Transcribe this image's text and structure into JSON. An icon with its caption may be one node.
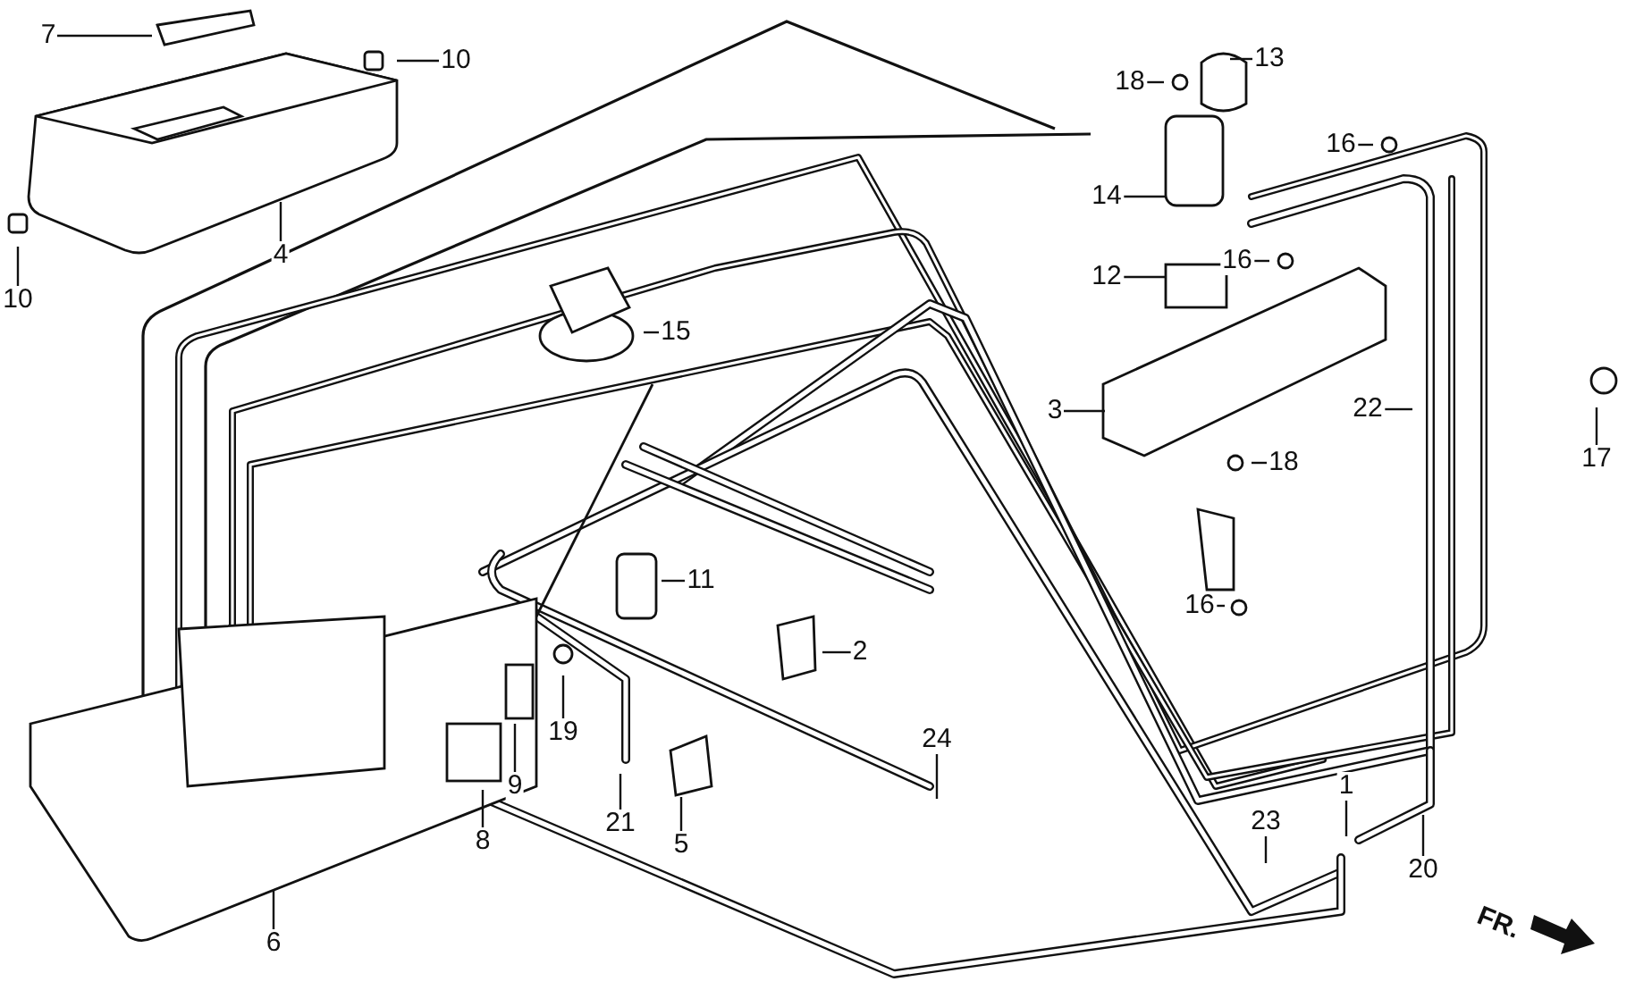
{
  "diagram": {
    "nodes": [
      {
        "text": [
          "7"
        ]
      },
      {
        "text": [
          "10"
        ]
      },
      {
        "text": [
          "13"
        ]
      },
      {
        "text": [
          "18"
        ]
      },
      {
        "text": [
          "16"
        ]
      },
      {
        "text": [
          "14"
        ]
      },
      {
        "text": [
          "4"
        ]
      },
      {
        "text": [
          "10"
        ]
      },
      {
        "text": [
          "12"
        ]
      },
      {
        "text": [
          "16"
        ]
      },
      {
        "text": [
          "15"
        ]
      },
      {
        "text": [
          "3"
        ]
      },
      {
        "text": [
          "22"
        ]
      },
      {
        "text": [
          "17"
        ]
      },
      {
        "text": [
          "18"
        ]
      },
      {
        "text": [
          "11"
        ]
      },
      {
        "text": [
          "16"
        ]
      },
      {
        "text": [
          "2"
        ]
      },
      {
        "text": [
          "19"
        ]
      },
      {
        "text": [
          "9"
        ]
      },
      {
        "text": [
          "24"
        ]
      },
      {
        "text": [
          "1"
        ]
      },
      {
        "text": [
          "23"
        ]
      },
      {
        "text": [
          "8"
        ]
      },
      {
        "text": [
          "21"
        ]
      },
      {
        "text": [
          "5"
        ]
      },
      {
        "text": [
          "20"
        ]
      },
      {
        "text": [
          "6"
        ]
      }
    ],
    "edges": [
      {
        "from": 0,
        "to": null,
        "arrow": "none"
      },
      {
        "from": 1,
        "to": null,
        "arrow": "none"
      },
      {
        "from": 2,
        "to": null,
        "arrow": "none"
      },
      {
        "from": 3,
        "to": null,
        "arrow": "none"
      },
      {
        "from": 4,
        "to": null,
        "arrow": "none"
      },
      {
        "from": 5,
        "to": null,
        "arrow": "none"
      },
      {
        "from": 6,
        "to": null,
        "arrow": "none"
      },
      {
        "from": 7,
        "to": null,
        "arrow": "none"
      },
      {
        "from": 8,
        "to": null,
        "arrow": "none"
      },
      {
        "from": 9,
        "to": null,
        "arrow": "none"
      },
      {
        "from": 10,
        "to": null,
        "arrow": "none"
      },
      {
        "from": 11,
        "to": null,
        "arrow": "none"
      },
      {
        "from": 12,
        "to": null,
        "arrow": "none"
      },
      {
        "from": 13,
        "to": null,
        "arrow": "none"
      },
      {
        "from": 14,
        "to": null,
        "arrow": "none"
      },
      {
        "from": 15,
        "to": null,
        "arrow": "none"
      },
      {
        "from": 16,
        "to": null,
        "arrow": "none"
      },
      {
        "from": 17,
        "to": null,
        "arrow": "none"
      },
      {
        "from": 18,
        "to": null,
        "arrow": "none"
      },
      {
        "from": 19,
        "to": null,
        "arrow": "none"
      },
      {
        "from": 20,
        "to": null,
        "arrow": "none"
      },
      {
        "from": 21,
        "to": null,
        "arrow": "none"
      },
      {
        "from": 22,
        "to": null,
        "arrow": "none"
      },
      {
        "from": 23,
        "to": null,
        "arrow": "none"
      },
      {
        "from": 24,
        "to": null,
        "arrow": "none"
      },
      {
        "from": 25,
        "to": null,
        "arrow": "none"
      },
      {
        "from": 26,
        "to": null,
        "arrow": "none"
      },
      {
        "from": 27,
        "to": null,
        "arrow": "none"
      }
    ],
    "labels": [
      "FR."
    ]
  }
}
